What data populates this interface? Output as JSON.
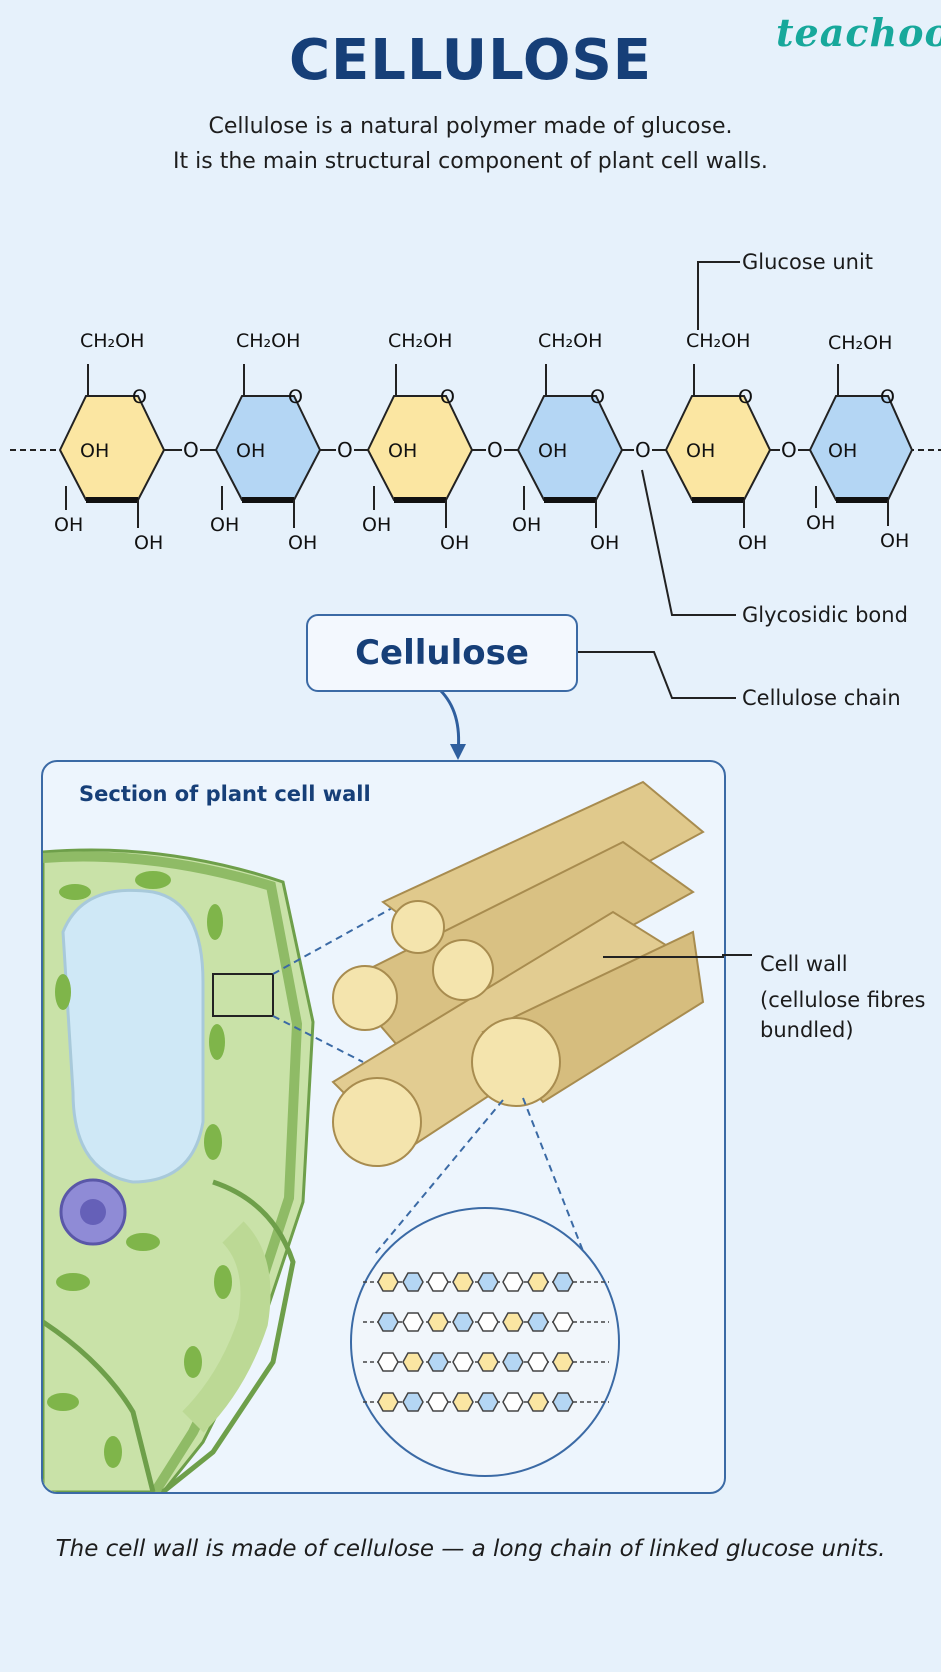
{
  "brand": "teachoo",
  "title": "CELLULOSE",
  "subtitle_lines": [
    "Cellulose is a natural polymer made of glucose.",
    "It is the main structural component of plant cell walls."
  ],
  "labels": {
    "glucose_unit": "Glucose unit",
    "glycosidic_bond": "Glycosidic bond",
    "cellulose_chain": "Cellulose chain",
    "cellulose_box": "Cellulose",
    "panel_title": "Section of plant cell wall",
    "cell_wall": "Cell wall",
    "cell_wall_detail_1": "(cellulose fibres",
    "cell_wall_detail_2": "bundled)"
  },
  "chem": {
    "ch2oh": "CH₂OH",
    "ring_oxygen": "O",
    "oh": "OH",
    "bridge_oxygen": "O"
  },
  "colors": {
    "yellow_ring": "#fbe6a2",
    "blue_ring": "#b4d6f4",
    "title_blue": "#163f78",
    "brand_teal": "#17a89b"
  },
  "footer": "The cell wall is made of cellulose — a long chain of linked glucose units."
}
